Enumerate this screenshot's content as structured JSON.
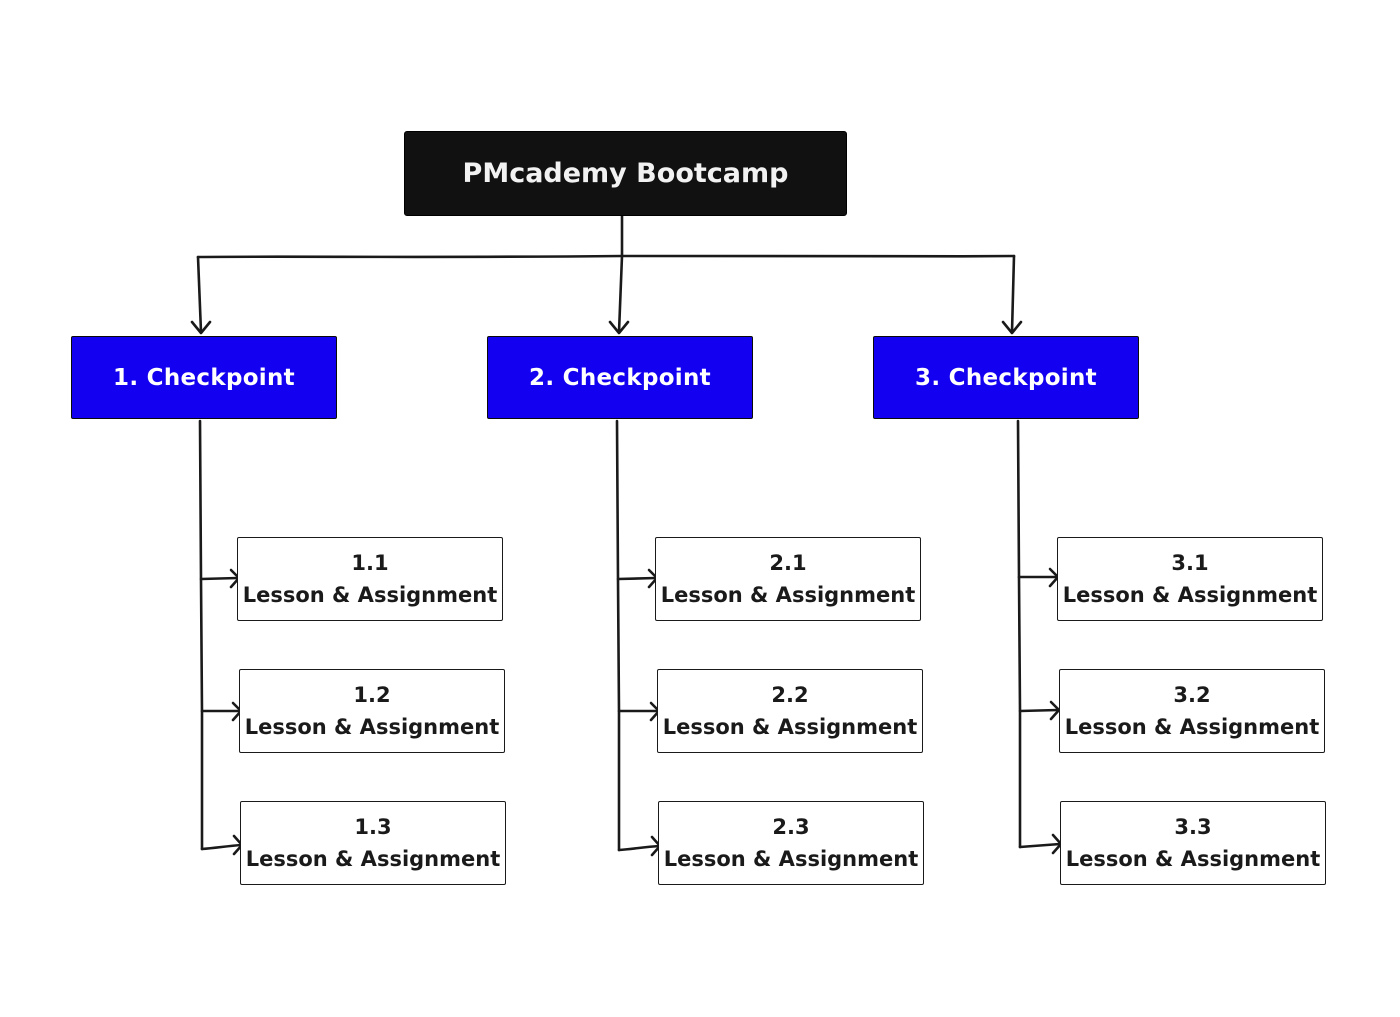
{
  "root": {
    "label": "PMcademy Bootcamp"
  },
  "checkpoints": [
    {
      "label": "1. Checkpoint",
      "lessons": [
        {
          "number": "1.1",
          "label": "Lesson & Assignment"
        },
        {
          "number": "1.2",
          "label": "Lesson & Assignment"
        },
        {
          "number": "1.3",
          "label": "Lesson & Assignment"
        }
      ]
    },
    {
      "label": "2. Checkpoint",
      "lessons": [
        {
          "number": "2.1",
          "label": "Lesson & Assignment"
        },
        {
          "number": "2.2",
          "label": "Lesson & Assignment"
        },
        {
          "number": "2.3",
          "label": "Lesson & Assignment"
        }
      ]
    },
    {
      "label": "3. Checkpoint",
      "lessons": [
        {
          "number": "3.1",
          "label": "Lesson & Assignment"
        },
        {
          "number": "3.2",
          "label": "Lesson & Assignment"
        },
        {
          "number": "3.3",
          "label": "Lesson & Assignment"
        }
      ]
    }
  ],
  "colors": {
    "root_fill": "#111111",
    "checkpoint_fill": "#1400f0",
    "lesson_fill": "#ffffff",
    "connector": "#1a1a1a"
  }
}
